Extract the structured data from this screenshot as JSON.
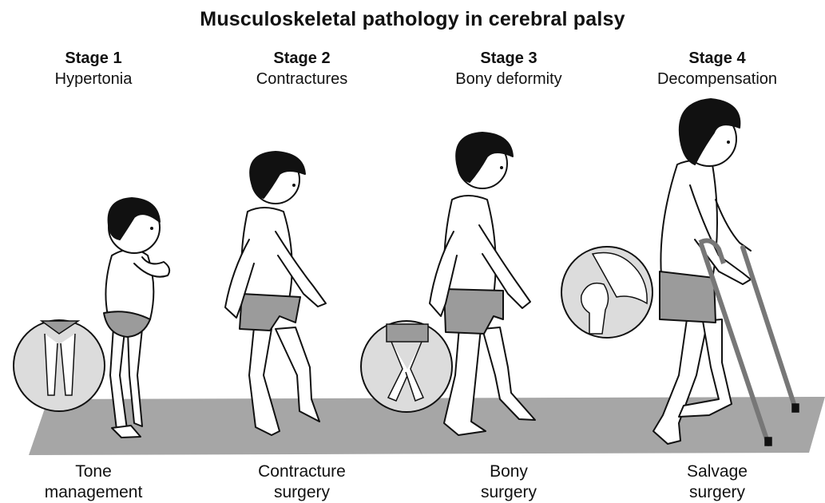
{
  "title": "Musculoskeletal pathology in cerebral palsy",
  "stages": [
    {
      "number": "Stage 1",
      "name": "Hypertonia",
      "treatment_line1": "Tone",
      "treatment_line2": "management"
    },
    {
      "number": "Stage 2",
      "name": "Contractures",
      "treatment_line1": "Contracture",
      "treatment_line2": "surgery"
    },
    {
      "number": "Stage 3",
      "name": "Bony deformity",
      "treatment_line1": "Bony",
      "treatment_line2": "surgery"
    },
    {
      "number": "Stage 4",
      "name": "Decompensation",
      "treatment_line1": "Salvage",
      "treatment_line2": "surgery"
    }
  ],
  "colors": {
    "floor": "#a6a6a6",
    "shorts": "#9b9b9b",
    "hair": "#111111",
    "crutch": "#777777",
    "inset_bg": "#dcdcdc"
  }
}
